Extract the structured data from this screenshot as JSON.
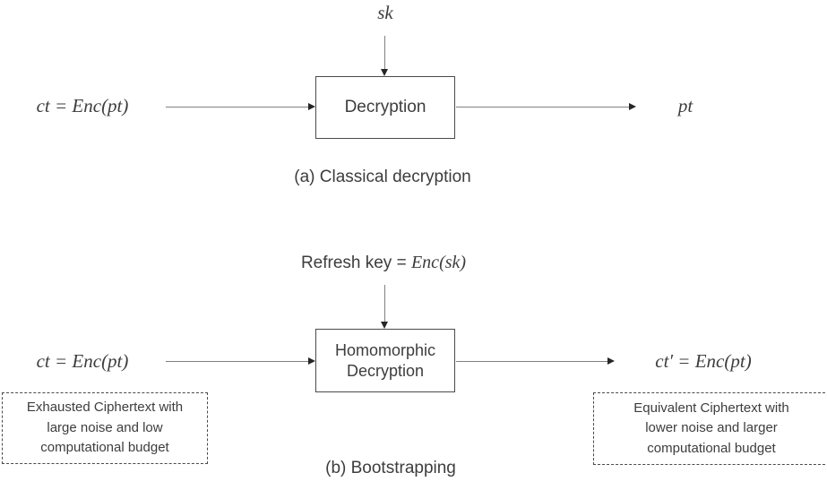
{
  "colors": {
    "text": "#3d3d3d",
    "line": "#808080",
    "arrowhead": "#262626",
    "box_border": "#4a4a4a",
    "background": "#ffffff"
  },
  "diagram_a": {
    "secret_key_label": "sk",
    "input_label": "ct = Enc(pt)",
    "process_label": "Decryption",
    "output_label": "pt",
    "caption": "(a) Classical decryption"
  },
  "diagram_b": {
    "refresh_key_prefix": "Refresh key = ",
    "refresh_key_math": "Enc(sk)",
    "input_label": "ct = Enc(pt)",
    "process_label_line1": "Homomorphic",
    "process_label_line2": "Decryption",
    "output_label": "ct′ = Enc(pt)",
    "input_note_lines": [
      "Exhausted Ciphertext with",
      "large noise and low",
      "computational budget"
    ],
    "output_note_lines": [
      "Equivalent Ciphertext with",
      "lower noise and larger",
      "computational budget"
    ],
    "caption": "(b) Bootstrapping"
  }
}
